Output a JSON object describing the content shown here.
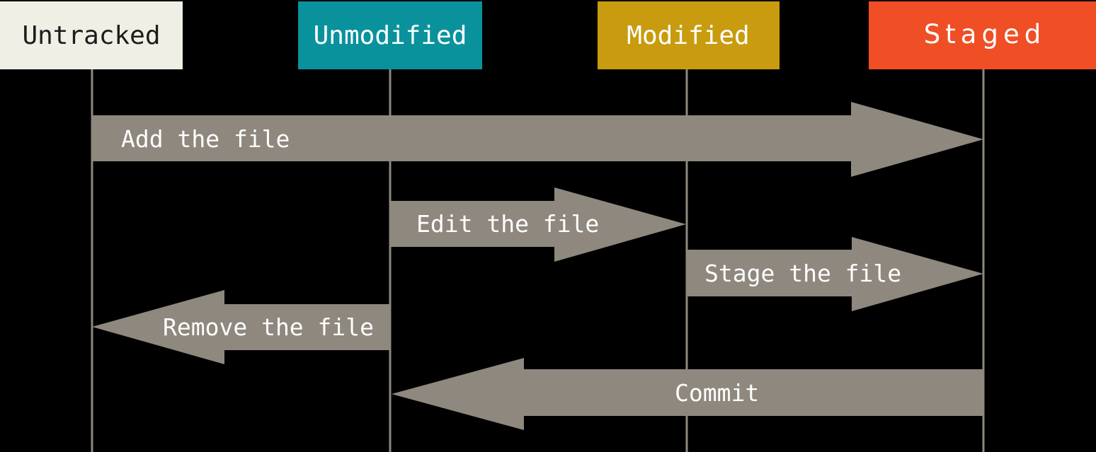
{
  "diagram": {
    "kind": "git-file-status-lifecycle",
    "nodes": [
      {
        "label": "Untracked",
        "color": "#f0efe6",
        "text_color": "#1c1c1c"
      },
      {
        "label": "Unmodified",
        "color": "#0a929c",
        "text_color": "#ffffff"
      },
      {
        "label": "Modified",
        "color": "#c89c0e",
        "text_color": "#ffffff"
      },
      {
        "label": "Staged",
        "color": "#f04e24",
        "text_color": "#ffffff"
      }
    ],
    "transitions": [
      {
        "label": "Add the file",
        "from": "Untracked",
        "to": "Staged",
        "direction": "right"
      },
      {
        "label": "Edit the file",
        "from": "Unmodified",
        "to": "Modified",
        "direction": "right"
      },
      {
        "label": "Stage the file",
        "from": "Modified",
        "to": "Staged",
        "direction": "right"
      },
      {
        "label": "Remove the file",
        "from": "Unmodified",
        "to": "Untracked",
        "direction": "left"
      },
      {
        "label": "Commit",
        "from": "Staged",
        "to": "Unmodified",
        "direction": "left"
      }
    ],
    "colors": {
      "background": "#000000",
      "arrow": "#8e887e",
      "lifeline": "#8e887e",
      "arrow_text": "#ffffff"
    }
  }
}
